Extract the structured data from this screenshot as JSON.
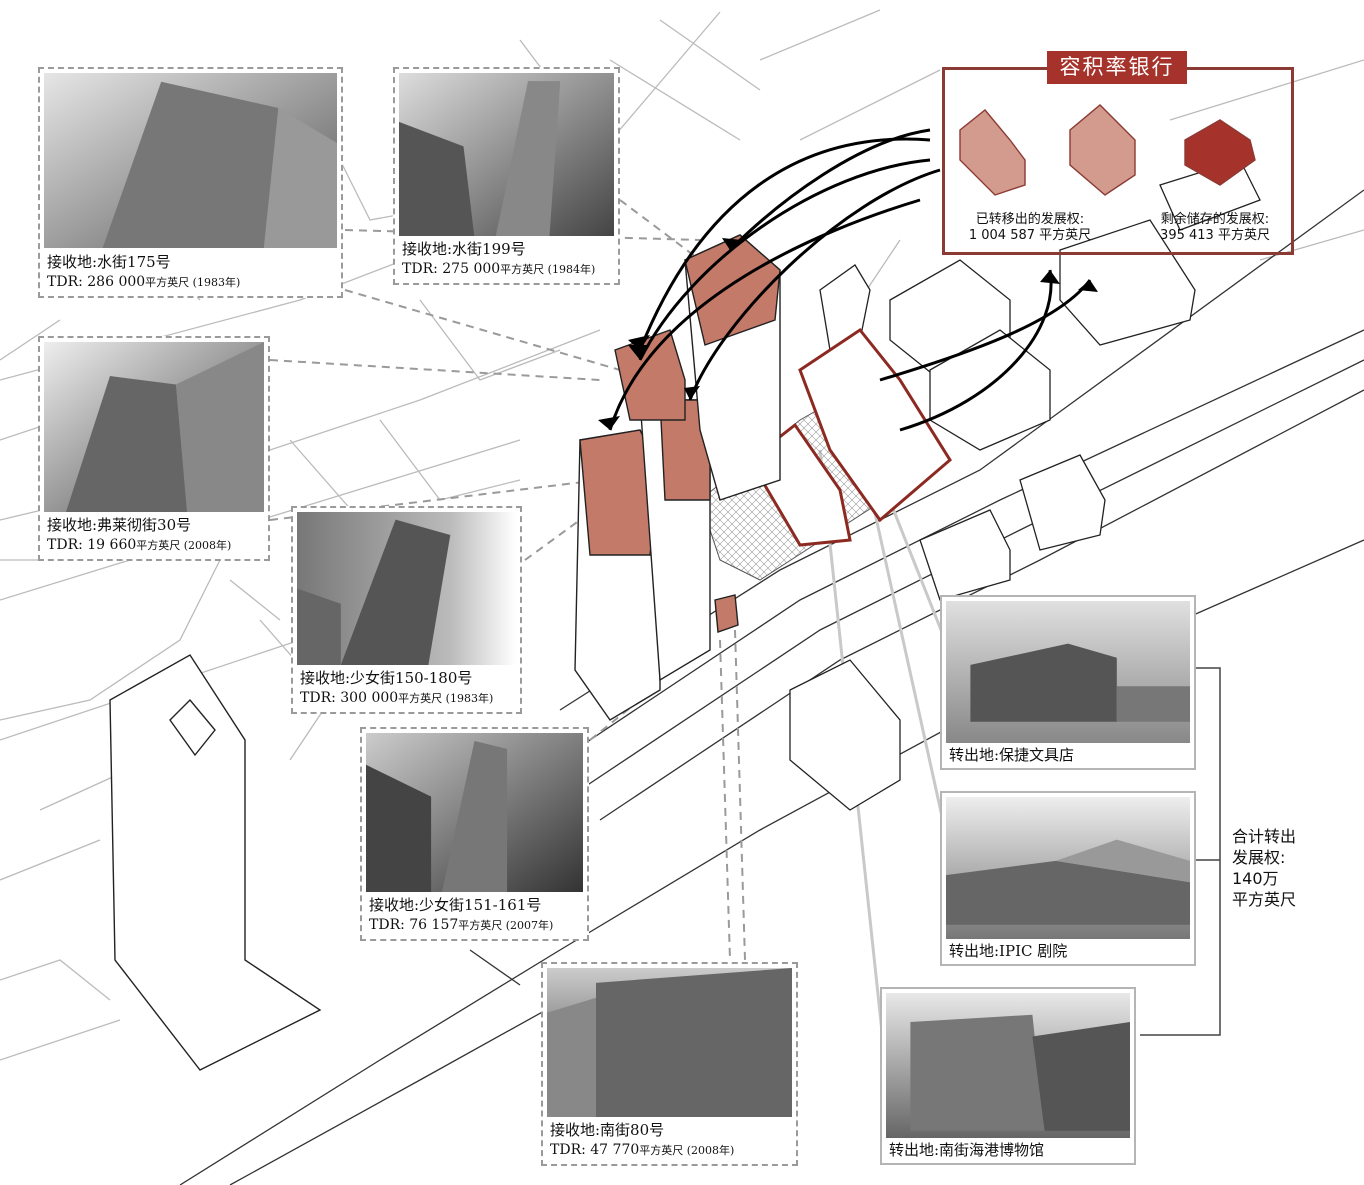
{
  "receiving_sites": [
    {
      "label": "接收地:水街175号",
      "tdr": "TDR: 286 000",
      "tdr_detail": "平方英尺 (1983年)"
    },
    {
      "label": "接收地:水街199号",
      "tdr": "TDR: 275 000",
      "tdr_detail": "平方英尺 (1984年)"
    },
    {
      "label": "接收地:弗莱彻街30号",
      "tdr": "TDR: 19 660",
      "tdr_detail": "平方英尺 (2008年)"
    },
    {
      "label": "接收地:少女街150-180号",
      "tdr": "TDR: 300 000",
      "tdr_detail": "平方英尺 (1983年)"
    },
    {
      "label": "接收地:少女街151-161号",
      "tdr": "TDR: 76 157",
      "tdr_detail": "平方英尺 (2007年)"
    },
    {
      "label": "接收地:南街80号",
      "tdr": "TDR: 47 770",
      "tdr_detail": "平方英尺 (2008年)"
    }
  ],
  "sending_sites": [
    {
      "label": "转出地:保捷文具店"
    },
    {
      "label": "转出地:IPIC 剧院"
    },
    {
      "label": "转出地:南街海港博物馆"
    }
  ],
  "bank": {
    "title": "容积率银行",
    "transferred_label": "已转移出的发展权:",
    "transferred_value": "1 004 587 平方英尺",
    "remaining_label": "剩余储存的发展权:",
    "remaining_value": "395 413 平方英尺"
  },
  "total": {
    "line1": "合计转出",
    "line2": "发展权:",
    "line3": "140万",
    "line4": "平方英尺"
  },
  "colors": {
    "highlight_fill": "#c47a68",
    "bank_red": "#a5332b",
    "outline_red": "#8c2a22",
    "street_line": "#aaaaaa"
  }
}
